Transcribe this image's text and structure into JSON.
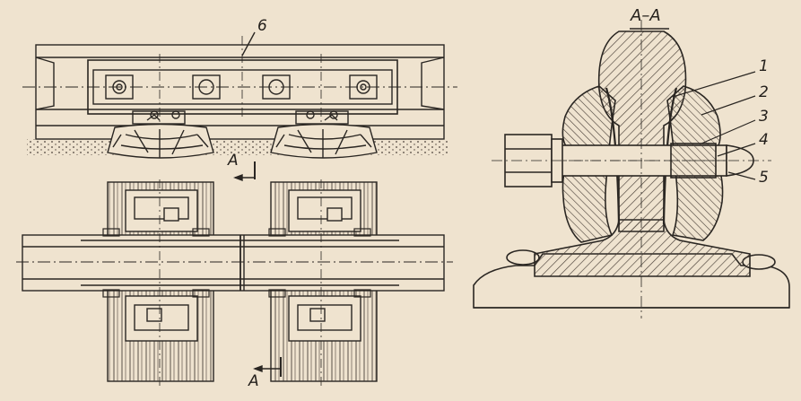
{
  "labels": {
    "six": "6",
    "section_marker_top": "A",
    "section_marker_bottom": "A",
    "section_title": "A–A",
    "part_1": "1",
    "part_2": "2",
    "part_3": "3",
    "part_4": "4",
    "part_5": "5"
  },
  "colors": {
    "paper": "#efe3cf",
    "ink": "#2a2622",
    "hatch": "#4a4038"
  }
}
